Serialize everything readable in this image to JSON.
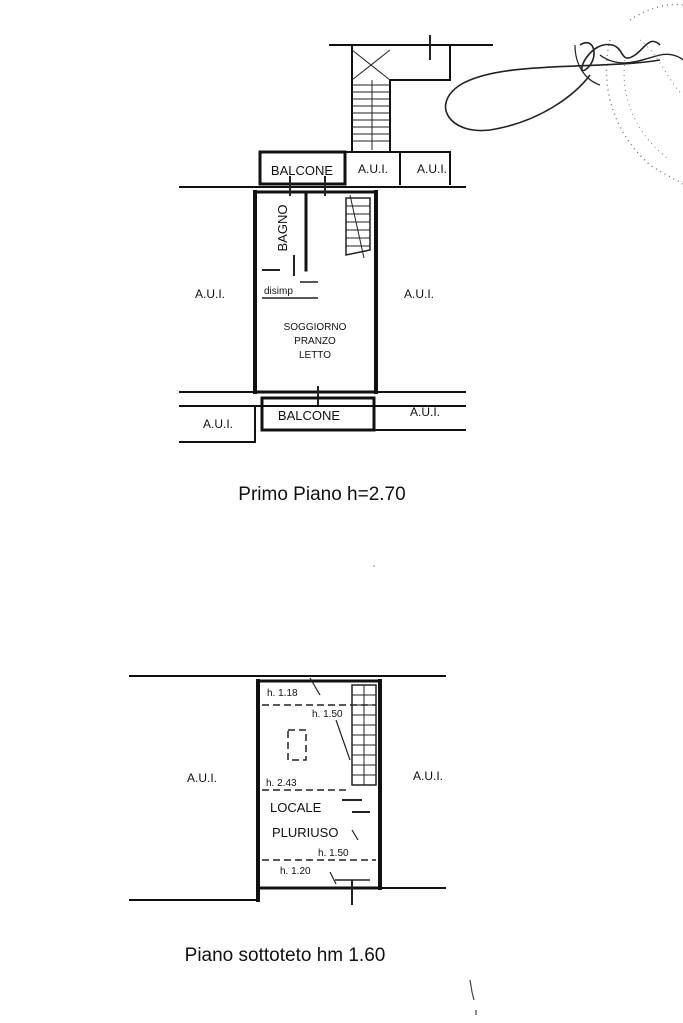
{
  "floor1": {
    "caption": "Primo  Piano  h=2.70",
    "labels": {
      "balcone_top": "BALCONE",
      "aui_top_1": "A.U.I.",
      "aui_top_2": "A.U.I.",
      "bagno": "BAGNO",
      "disimp": "disimp",
      "aui_left": "A.U.I.",
      "aui_right": "A.U.I.",
      "soggiorno_1": "SOGGIORNO",
      "soggiorno_2": "PRANZO",
      "soggiorno_3": "LETTO",
      "balcone_bottom": "BALCONE",
      "aui_bottom_left": "A.U.I.",
      "aui_bottom_right": "A.U.I."
    }
  },
  "attic": {
    "caption": "Piano sottoteto  hm 1.60",
    "labels": {
      "h_118": "h. 1.18",
      "h_150_top": "h. 1.50",
      "h_243": "h. 2.43",
      "locale": "LOCALE",
      "pluriuso": "PLURIUSO",
      "h_150_bottom": "h. 1.50",
      "h_120": "h. 1.20",
      "aui_left": "A.U.I.",
      "aui_right": "A.U.I."
    }
  },
  "icons": {
    "signature": "signature-icon",
    "stamp": "stamp-icon",
    "stairs": "stairs-icon"
  }
}
